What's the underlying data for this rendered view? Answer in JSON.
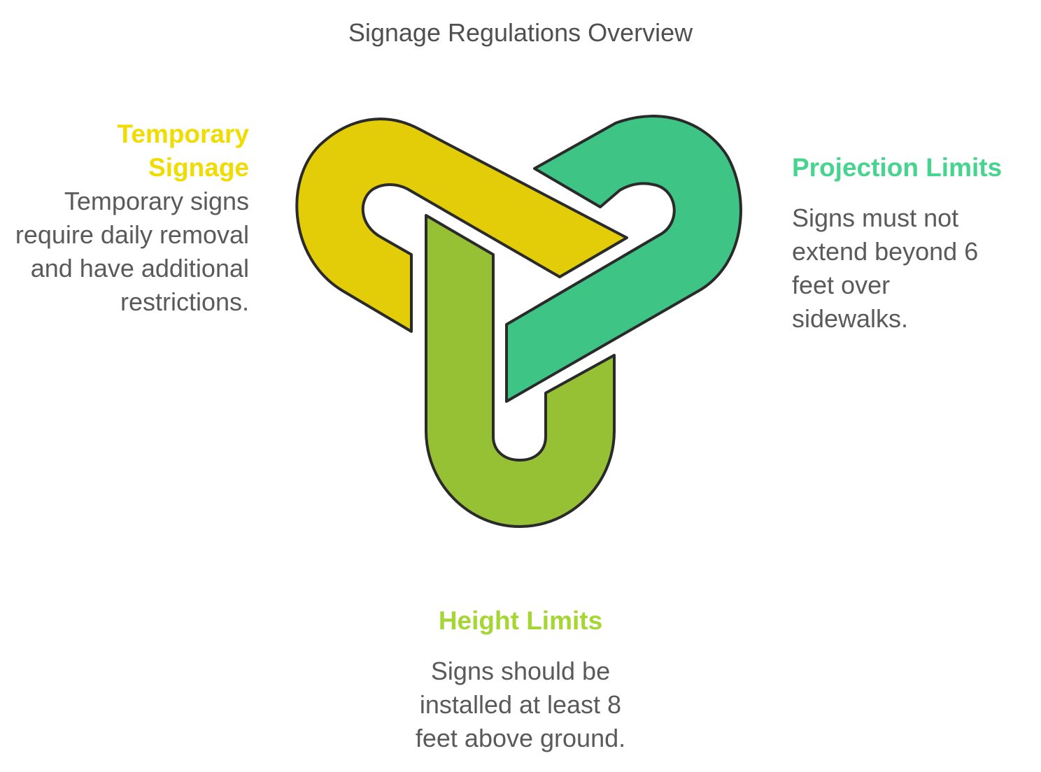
{
  "title": "Signage Regulations Overview",
  "colors": {
    "temporary": "#e2cd08",
    "temporary_heading": "#f0dc00",
    "projection": "#3ec484",
    "projection_heading": "#46d48e",
    "height": "#96c134",
    "height_heading": "#a5d633",
    "outline": "#2a2a2a"
  },
  "items": [
    {
      "key": "temporary",
      "heading": "Temporary Signage",
      "description": "Temporary signs require daily removal and have additional restrictions."
    },
    {
      "key": "projection",
      "heading": "Projection Limits",
      "description": "Signs must not extend beyond 6 feet over sidewalks."
    },
    {
      "key": "height",
      "heading": "Height Limits",
      "description": "Signs should be installed at least 8 feet above ground."
    }
  ]
}
